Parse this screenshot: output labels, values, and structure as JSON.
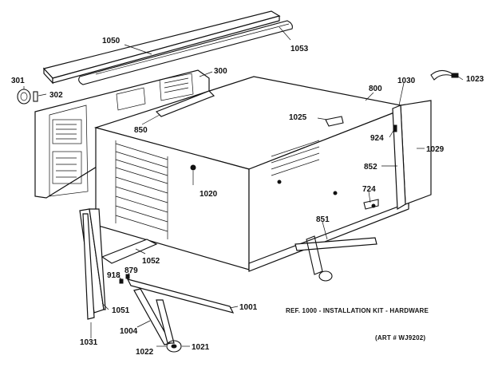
{
  "part_labels": {
    "p1050": "1050",
    "p1053": "1053",
    "p300": "300",
    "p301": "301",
    "p302": "302",
    "p800": "800",
    "p1030": "1030",
    "p1023": "1023",
    "p1025": "1025",
    "p924": "924",
    "p850": "850",
    "p1029": "1029",
    "p852": "852",
    "p724": "724",
    "p1020": "1020",
    "p851": "851",
    "p1052": "1052",
    "p918": "918",
    "p879": "879",
    "p1051": "1051",
    "p1001": "1001",
    "p1004": "1004",
    "p1031": "1031",
    "p1022": "1022",
    "p1021": "1021"
  },
  "notes": {
    "reference": "REF. 1000 - INSTALLATION KIT - HARDWARE",
    "art_number": "(ART # WJ9202)"
  }
}
